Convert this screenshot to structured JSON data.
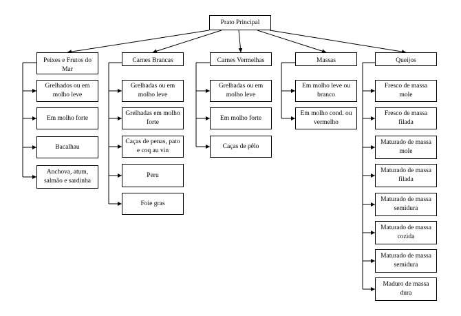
{
  "root": {
    "label": "Prato Principal"
  },
  "categories": [
    {
      "label": "Peixes e Frutos do Mar",
      "items": [
        "Grelhados ou em molho leve",
        "Em molho forte",
        "Bacalhau",
        "Anchova, atum, salmão e sardinha"
      ]
    },
    {
      "label": "Carnes Brancas",
      "items": [
        "Grelhadas ou em molho leve",
        "Grelhadas em molho forte",
        "Caças de penas, pato e coq au vin",
        "Peru",
        "Foie gras"
      ]
    },
    {
      "label": "Carnes Vermelhas",
      "items": [
        "Grelhadas ou em molho leve",
        "Em molho forte",
        "Caças de pêlo"
      ]
    },
    {
      "label": "Massas",
      "items": [
        "Em molho leve ou branco",
        "Em molho cond. ou vermelho"
      ]
    },
    {
      "label": "Queijos",
      "items": [
        "Fresco de massa mole",
        "Fresco de massa filada",
        "Maturado de massa mole",
        "Maturado de massa filada",
        "Maturado de massa semidura",
        "Maturado de massa cozida",
        "Maturado de massa semidura",
        "Maduro de massa dura"
      ]
    }
  ],
  "colors": {
    "line": "#000000",
    "box_border": "#000000",
    "background": "#ffffff"
  }
}
